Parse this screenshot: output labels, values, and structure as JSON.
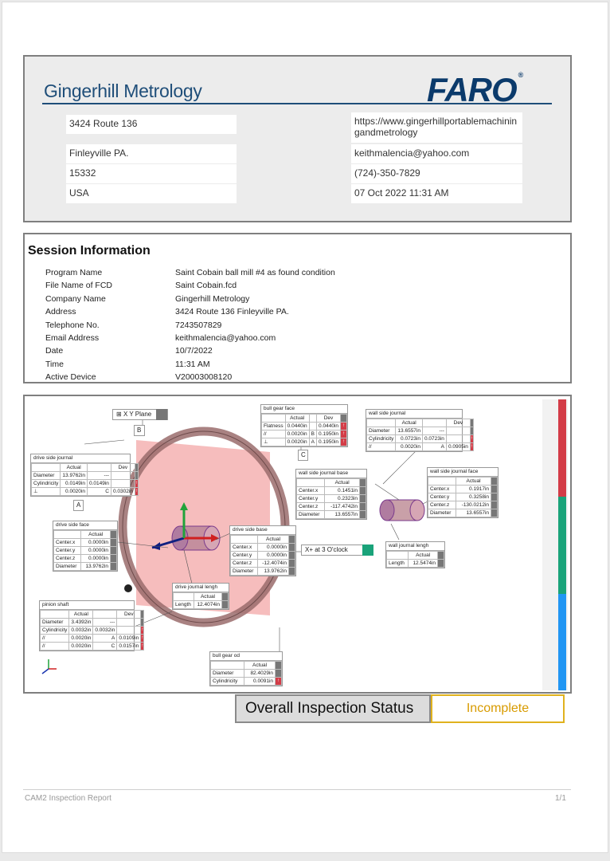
{
  "header": {
    "company": "Gingerhill Metrology",
    "logo_text": "FARO",
    "left_cells": [
      "3424 Route 136",
      "Finleyville PA.",
      "15332",
      "USA"
    ],
    "right_cells": [
      "https://www.gingerhillportablemachinin gandmetrology",
      "keithmalencia@yahoo.com",
      "(724)-350-7829",
      "07 Oct 2022 11:31 AM"
    ]
  },
  "session": {
    "title": "Session Information",
    "rows": [
      {
        "k": "Program Name",
        "v": "Saint Cobain ball mill #4 as found condition"
      },
      {
        "k": "File Name of FCD",
        "v": "Saint Cobain.fcd"
      },
      {
        "k": "Company Name",
        "v": "Gingerhill Metrology"
      },
      {
        "k": "Address",
        "v": "3424 Route 136 Finleyville PA."
      },
      {
        "k": "Telephone No.",
        "v": "7243507829"
      },
      {
        "k": "Email Address",
        "v": "keithmalencia@yahoo.com"
      },
      {
        "k": "Date",
        "v": "10/7/2022"
      },
      {
        "k": "Time",
        "v": "11:31 AM"
      },
      {
        "k": "Active Device",
        "v": "V20003008120"
      }
    ]
  },
  "cad": {
    "xy_plane": "X Y Plane",
    "datum_b": "B",
    "datum_c": "C",
    "datum_a": "A",
    "x_label": "X+ at 3 O'clock",
    "tables": {
      "bull_gear_face": {
        "title": "bull gear face",
        "head": [
          "",
          "Actual",
          "Dev"
        ],
        "rows": [
          [
            "Flatness",
            "0.0440in",
            "",
            "0.0440in"
          ],
          [
            "//",
            "0.0020in",
            "B",
            "0.1950in"
          ],
          [
            "⊥",
            "0.0020in",
            "A",
            "0.1950in"
          ]
        ]
      },
      "wall_side_journal": {
        "title": "wall side journal",
        "rows": [
          [
            "Diameter",
            "13.6557in",
            "---"
          ],
          [
            "Cylindricity",
            "0.0723in",
            "0.0723in"
          ],
          [
            "//",
            "0.0020in",
            "A",
            "0.0905in"
          ]
        ]
      },
      "drive_side_journal": {
        "title": "drive side journal",
        "rows": [
          [
            "Diameter",
            "13.9762in",
            "---"
          ],
          [
            "Cylindricity",
            "0.0149in",
            "0.0149in"
          ],
          [
            "⊥",
            "0.0020in",
            "C",
            "0.0302in"
          ]
        ]
      },
      "wall_side_journal_base": {
        "title": "wall side journal base",
        "rows": [
          [
            "Center.x",
            "0.1451in"
          ],
          [
            "Center.y",
            "0.2323in"
          ],
          [
            "Center.z",
            "-117.4742in"
          ],
          [
            "Diameter",
            "13.6557in"
          ]
        ]
      },
      "wall_side_journal_face": {
        "title": "wall side journal face",
        "rows": [
          [
            "Center.x",
            "0.1917in"
          ],
          [
            "Center.y",
            "0.3258in"
          ],
          [
            "Center.z",
            "-130.0212in"
          ],
          [
            "Diameter",
            "13.6557in"
          ]
        ]
      },
      "drive_side_face": {
        "title": "drive side face",
        "rows": [
          [
            "Center.x",
            "0.0000in"
          ],
          [
            "Center.y",
            "0.0000in"
          ],
          [
            "Center.z",
            "0.0000in"
          ],
          [
            "Diameter",
            "13.9762in"
          ]
        ]
      },
      "drive_side_base": {
        "title": "drive side base",
        "rows": [
          [
            "Center.x",
            "0.0000in"
          ],
          [
            "Center.y",
            "0.0000in"
          ],
          [
            "Center.z",
            "-12.4074in"
          ],
          [
            "Diameter",
            "13.9762in"
          ]
        ]
      },
      "wall_journal_length": {
        "title": "wall journal lengh",
        "rows": [
          [
            "Length",
            "12.5474in"
          ]
        ]
      },
      "drive_journal_length": {
        "title": "drive journal lengh",
        "rows": [
          [
            "Length",
            "12.4074in"
          ]
        ]
      },
      "pinion_shaft": {
        "title": "pinion shaft",
        "rows": [
          [
            "Diameter",
            "3.4392in",
            "---"
          ],
          [
            "Cylindricity",
            "0.0032in",
            "0.0032in"
          ],
          [
            "//",
            "0.0020in",
            "A",
            "0.0109in"
          ],
          [
            "//",
            "0.0020in",
            "C",
            "0.0157in"
          ]
        ]
      },
      "bull_gear_od": {
        "title": "bull gear od",
        "rows": [
          [
            "Diameter",
            "82.4029in"
          ],
          [
            "Cylindricity",
            "0.0091in"
          ]
        ]
      }
    },
    "actual": "Actual",
    "dev": "Dev",
    "colors": {
      "red": "#d33c47",
      "green": "#1aa37a",
      "blue": "#2196f3",
      "plane": "#f0a0a0"
    }
  },
  "status": {
    "label": "Overall Inspection Status",
    "value": "Incomplete"
  },
  "footer": {
    "left": "CAM2 Inspection Report",
    "right": "1/1"
  }
}
